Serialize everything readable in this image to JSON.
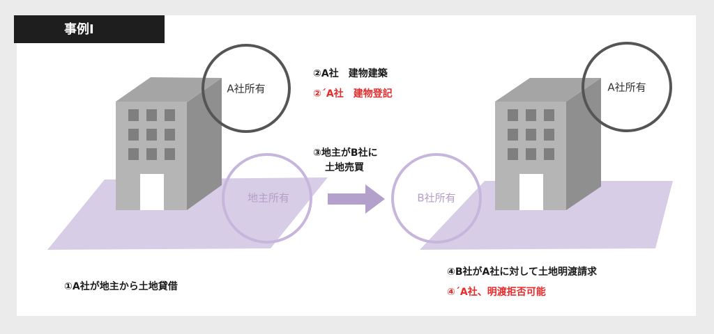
{
  "header": {
    "title": "事例Ⅰ"
  },
  "circles": {
    "a_left": "A社所有",
    "a_right": "A社所有",
    "landowner": "地主所有",
    "b_company": "B社所有"
  },
  "steps": {
    "step1": "①A社が地主から土地貸借",
    "step2": "②A社　建物建築",
    "step2_alt": "②´A社　建物登記",
    "step3_line1": "③地主がB社に",
    "step3_line2": "土地売買",
    "step4": "④B社がA社に対して土地明渡請求",
    "step4_alt": "④´A社、明渡拒否可能"
  },
  "colors": {
    "land": "#d8cde6",
    "building_front": "#b5b5b5",
    "building_side": "#8f8f8f",
    "window": "#7f7f7f",
    "circle_dark": "#555555",
    "circle_light": "#c7b6dc",
    "arrow": "#b3a1cb",
    "header_bg": "#1e1e1e",
    "alert": "#ea2a2a"
  }
}
